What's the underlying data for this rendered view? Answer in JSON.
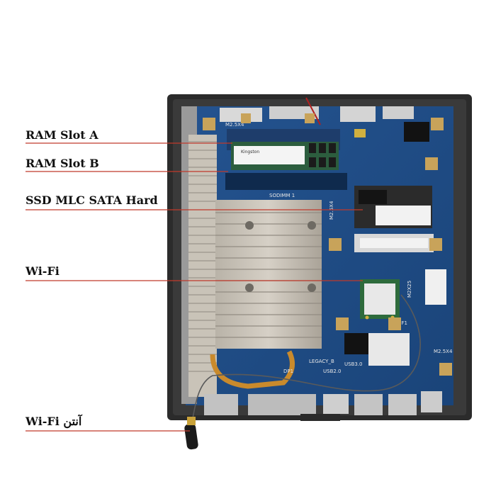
{
  "labels": {
    "ram_a": "RAM Slot A",
    "ram_b": "RAM Slot B",
    "ssd": "SSD MLC SATA Hard",
    "wifi": "Wi-Fi",
    "antenna": "Wi-Fi آنتن"
  },
  "board_markings": {
    "m25x4_top": "M2.5X4",
    "sodimm": "SODIMM 1",
    "m25x4_mid": "M2.5X4",
    "m2x25": "M2X25",
    "legacy_b": "LEGACY_B",
    "usb30": "USB3.0",
    "usb20": "USB2.0",
    "dp1": "DP1",
    "m25x4_right": "M2.5X4",
    "sf1": "SF1"
  },
  "ram_module_text": "Kingston",
  "colors": {
    "leader_line": "#c0392b",
    "board": "#1f4e8c",
    "chassis": "#2b2b2b"
  }
}
